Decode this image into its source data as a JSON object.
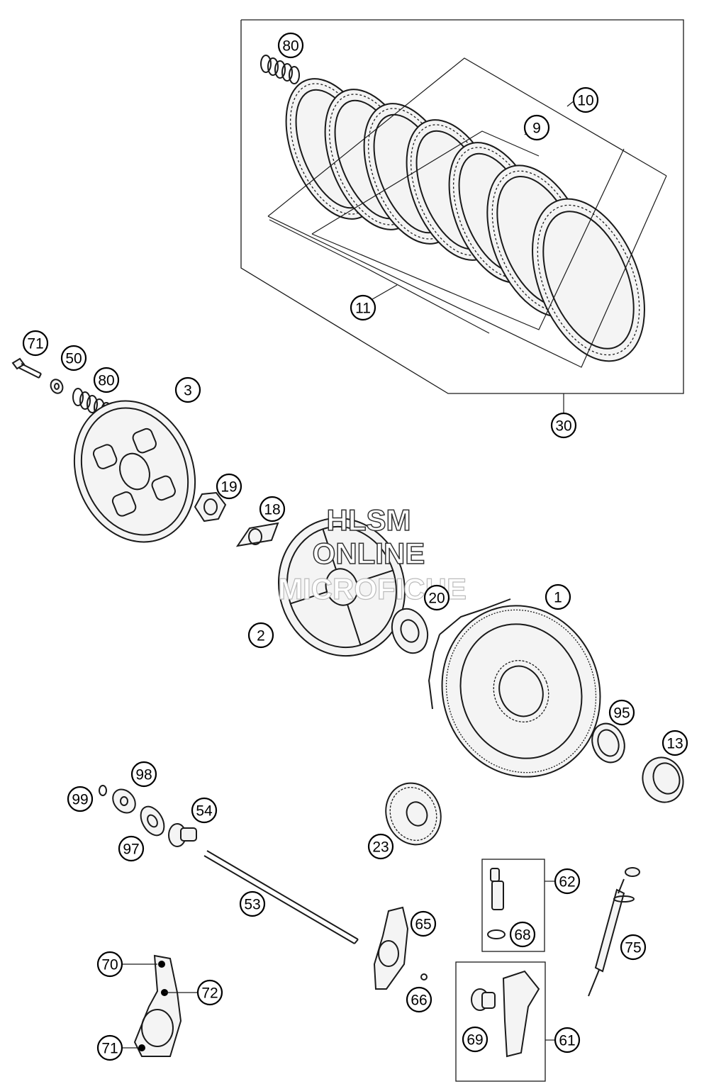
{
  "watermark": {
    "line1": "HLSM",
    "line2": "ONLINE",
    "line3": "MICROFICHE"
  },
  "callouts": [
    {
      "id": "c80a",
      "label": "80"
    },
    {
      "id": "c10",
      "label": "10"
    },
    {
      "id": "c9",
      "label": "9"
    },
    {
      "id": "c11",
      "label": "11"
    },
    {
      "id": "c30",
      "label": "30"
    },
    {
      "id": "c71a",
      "label": "71"
    },
    {
      "id": "c50",
      "label": "50"
    },
    {
      "id": "c80b",
      "label": "80"
    },
    {
      "id": "c3",
      "label": "3"
    },
    {
      "id": "c19",
      "label": "19"
    },
    {
      "id": "c18",
      "label": "18"
    },
    {
      "id": "c2",
      "label": "2"
    },
    {
      "id": "c20",
      "label": "20"
    },
    {
      "id": "c1",
      "label": "1"
    },
    {
      "id": "c95",
      "label": "95"
    },
    {
      "id": "c13",
      "label": "13"
    },
    {
      "id": "c98",
      "label": "98"
    },
    {
      "id": "c99",
      "label": "99"
    },
    {
      "id": "c54",
      "label": "54"
    },
    {
      "id": "c97",
      "label": "97"
    },
    {
      "id": "c23",
      "label": "23"
    },
    {
      "id": "c62",
      "label": "62"
    },
    {
      "id": "c68",
      "label": "68"
    },
    {
      "id": "c75",
      "label": "75"
    },
    {
      "id": "c53",
      "label": "53"
    },
    {
      "id": "c65",
      "label": "65"
    },
    {
      "id": "c66",
      "label": "66"
    },
    {
      "id": "c70",
      "label": "70"
    },
    {
      "id": "c72",
      "label": "72"
    },
    {
      "id": "c71b",
      "label": "71"
    },
    {
      "id": "c69",
      "label": "69"
    },
    {
      "id": "c61",
      "label": "61"
    }
  ]
}
